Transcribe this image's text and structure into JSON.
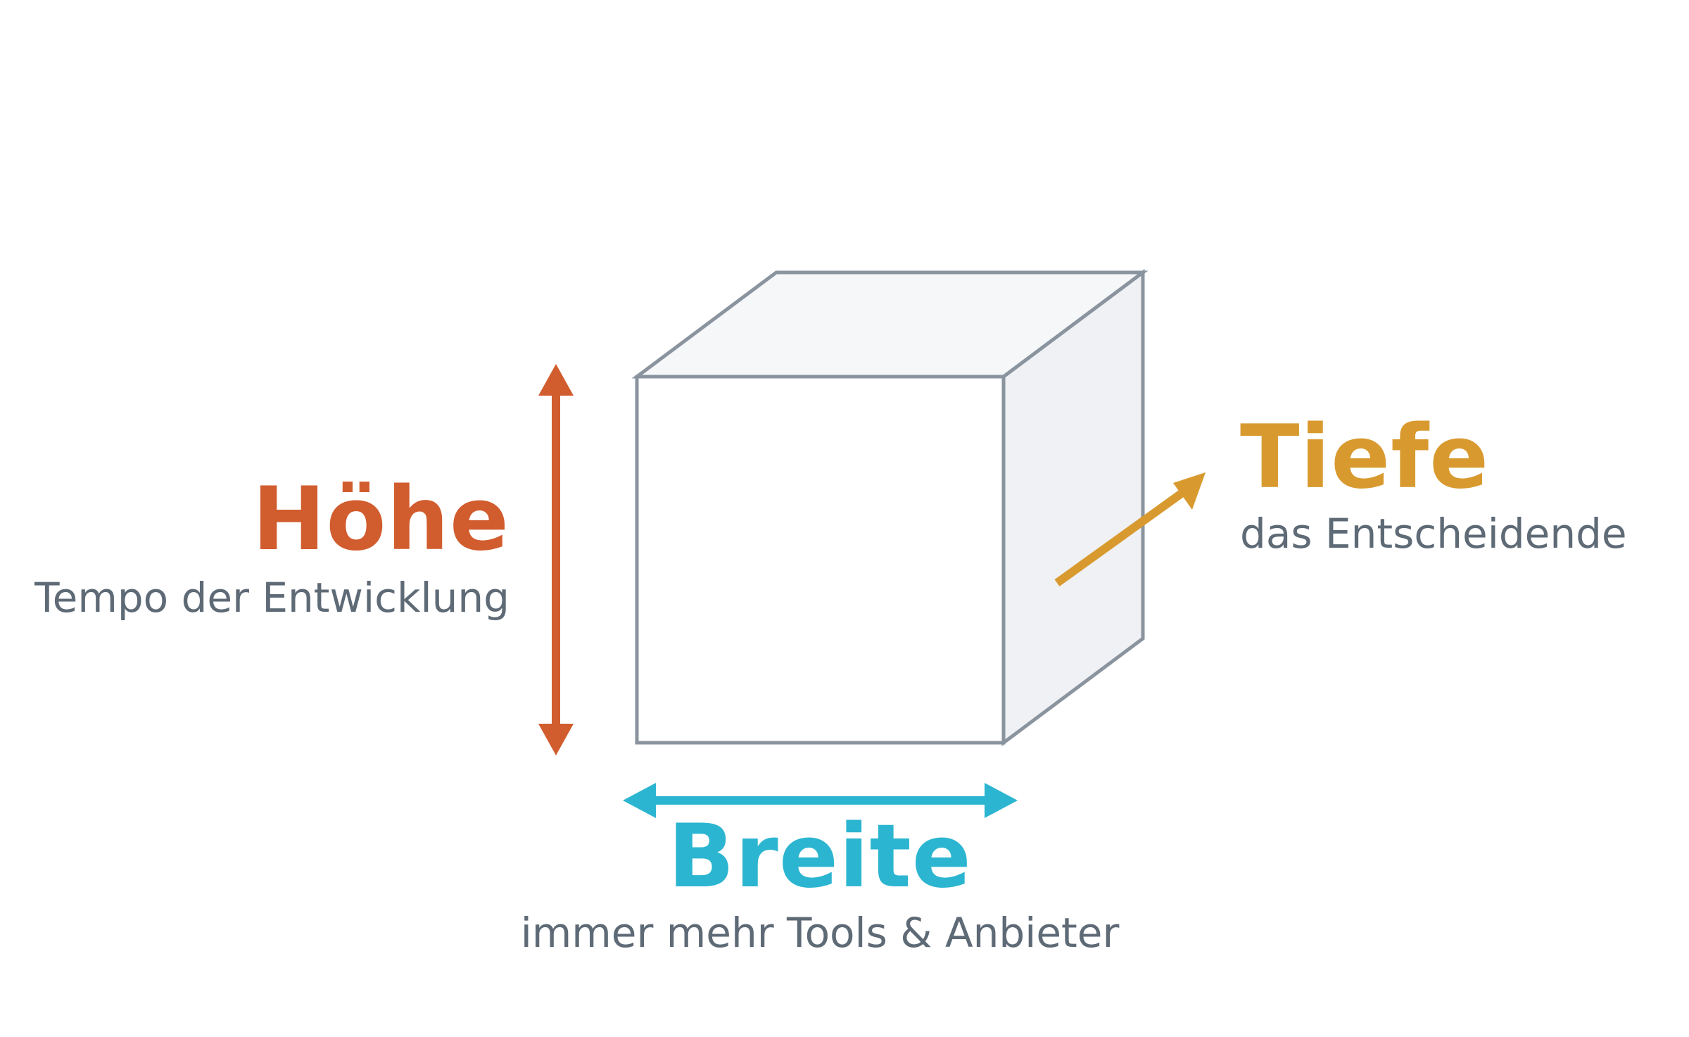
{
  "colors": {
    "hoehe": "#D15C2E",
    "breite": "#2BB5D0",
    "tiefe": "#D89A2F",
    "subtitle": "#5E6A76",
    "cube_stroke": "#8A949F",
    "cube_front": "#FFFFFF",
    "cube_top": "#F6F7F9",
    "cube_side": "#EFF1F4"
  },
  "labels": {
    "hoehe": {
      "title": "Höhe",
      "subtitle": "Tempo der Entwicklung"
    },
    "breite": {
      "title": "Breite",
      "subtitle": "immer mehr Tools & Anbieter"
    },
    "tiefe": {
      "title": "Tiefe",
      "subtitle": "das Entscheidende"
    }
  }
}
